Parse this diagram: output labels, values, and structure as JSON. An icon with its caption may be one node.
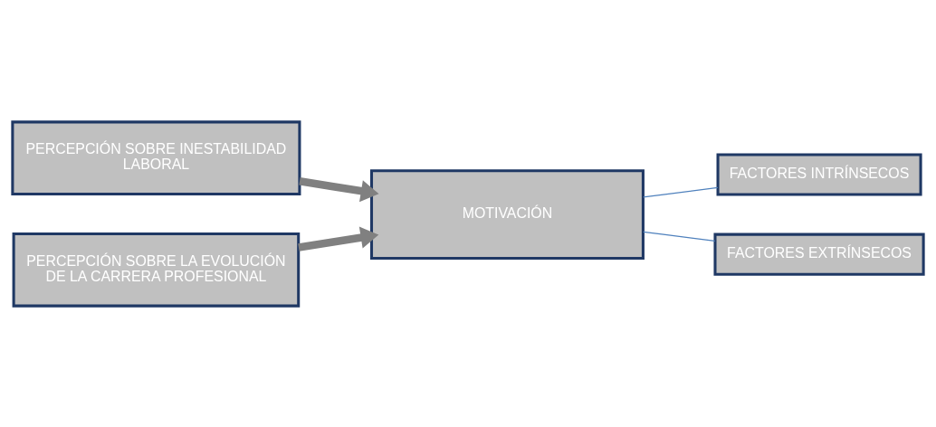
{
  "diagram": {
    "nodes": [
      {
        "text": [
          "PERCEPCIÓN SOBRE INESTABILIDAD LABORAL"
        ]
      },
      {
        "text": [
          "MOTIVACIÓN"
        ]
      },
      {
        "text": [
          "FACTORES INTRÍNSECOS"
        ]
      },
      {
        "text": [
          "FACTORES EXTRÍNSECOS"
        ]
      },
      {
        "text": [
          "PERCEPCIÓN SOBRE LA EVOLUCIÓN DE LA CARRERA PROFESIONAL"
        ]
      }
    ],
    "edges": [
      {
        "from": 0,
        "to": 1,
        "arrow": "to",
        "style": "thick",
        "color": "#808080"
      },
      {
        "from": 4,
        "to": 1,
        "arrow": "to",
        "style": "thick",
        "color": "#808080"
      },
      {
        "from": 1,
        "to": 2,
        "arrow": "none",
        "color": "#4f81bd"
      },
      {
        "from": 1,
        "to": 3,
        "arrow": "none",
        "color": "#4f81bd"
      }
    ]
  }
}
